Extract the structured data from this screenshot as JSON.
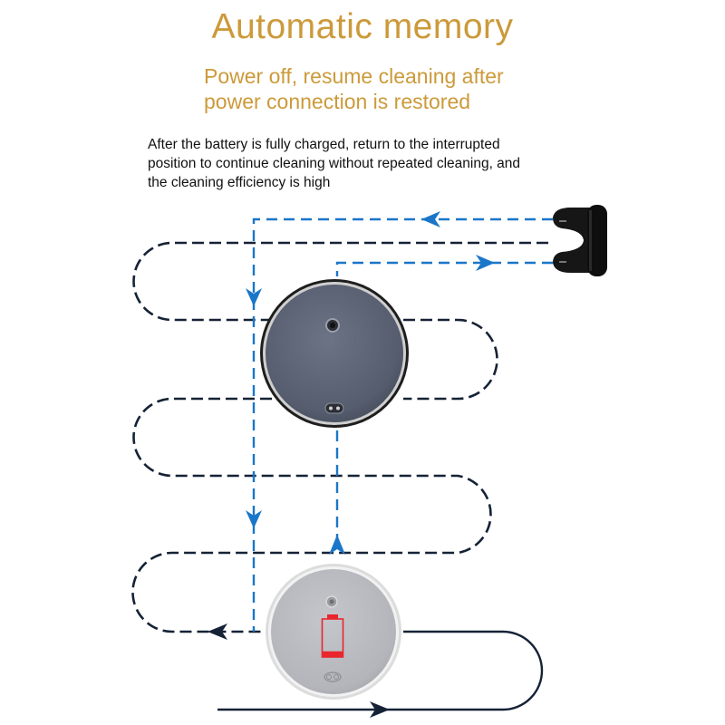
{
  "header": {
    "title": "Automatic memory",
    "subtitle_lines": [
      "Power off, resume cleaning after",
      "power connection is restored"
    ]
  },
  "description": {
    "lines": [
      "After the battery is fully charged, return to the interrupted",
      "position to continue cleaning without repeated cleaning, and",
      "the cleaning efficiency is high"
    ]
  },
  "colors": {
    "title": "#cc9a3a",
    "path_dark": "#152236",
    "path_blue": "#1a76c8",
    "robot_dark": "#5c6577",
    "robot_light": "#b8bac0",
    "battery_red": "#e8262b",
    "dock": "#161616"
  },
  "diagram": {
    "battery_level": 0.15,
    "icons": [
      "charging-dock-icon",
      "robot-vacuum-icon",
      "robot-vacuum-low-battery-icon",
      "low-battery-icon"
    ]
  }
}
